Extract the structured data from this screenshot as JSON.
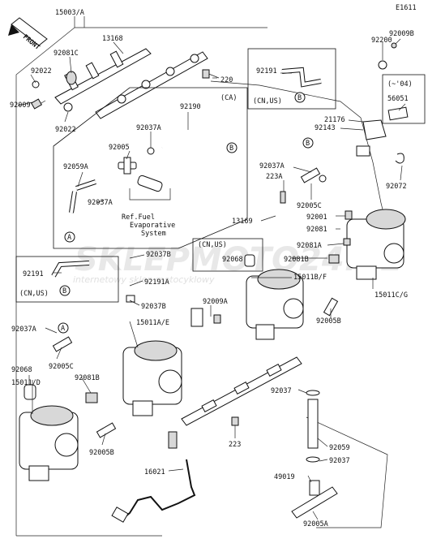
{
  "sheet_code": "E1611",
  "front_marker": "FRONT",
  "watermark": {
    "brand": "SKLEPMOTO24.PL",
    "tagline": "internetowy sklep motocyklowy"
  },
  "notes": {
    "ca_note": "(CA)",
    "cn_us_a": "(CN,US)",
    "cn_us_b": "(CN,US)",
    "cn_us_c": "(CN,US)",
    "year_note": "(~'04)",
    "fuel_evap_1": "Ref.Fuel",
    "fuel_evap_2": "Evaporative",
    "fuel_evap_3": "System"
  },
  "markers": {
    "A": "A",
    "B": "B"
  },
  "labels": {
    "p15003A": "15003/A",
    "p13168": "13168",
    "p92081C": "92081C",
    "p92022a": "92022",
    "p92009": "92009",
    "p92022b": "92022",
    "p220": "220",
    "p92200": "92200",
    "p92009B": "92009B",
    "p92191a": "92191",
    "p92190": "92190",
    "p92037Aa": "92037A",
    "p92005": "92005",
    "p92059A": "92059A",
    "p92037Ab": "92037A",
    "p56051": "56051",
    "p21176": "21176",
    "p92143": "92143",
    "p92072": "92072",
    "p92037Ac": "92037A",
    "p223a": "223A",
    "p13169": "13169",
    "p92005C": "92005C",
    "p92001": "92001",
    "p92081": "92081",
    "p92081A": "92081A",
    "p92068a": "92068",
    "p92081B": "92081B",
    "p15011BF": "15011B/F",
    "p15011CG": "15011C/G",
    "p92191b": "92191",
    "p92037Ba": "92037B",
    "p92191A": "92191A",
    "p92037Bb": "92037B",
    "p92009A": "92009A",
    "p92005B": "92005B",
    "p92037Ad": "92037A",
    "p15011AE": "15011A/E",
    "p92005Cb": "92005C",
    "p92068b": "92068",
    "p15011D": "15011/D",
    "p92081Bb": "92081B",
    "p92005Bb": "92005B",
    "p223b": "223",
    "p16021": "16021",
    "p92037": "92037",
    "p92059": "92059",
    "p92037c": "92037",
    "p49019": "49019",
    "p92005A": "92005A"
  }
}
